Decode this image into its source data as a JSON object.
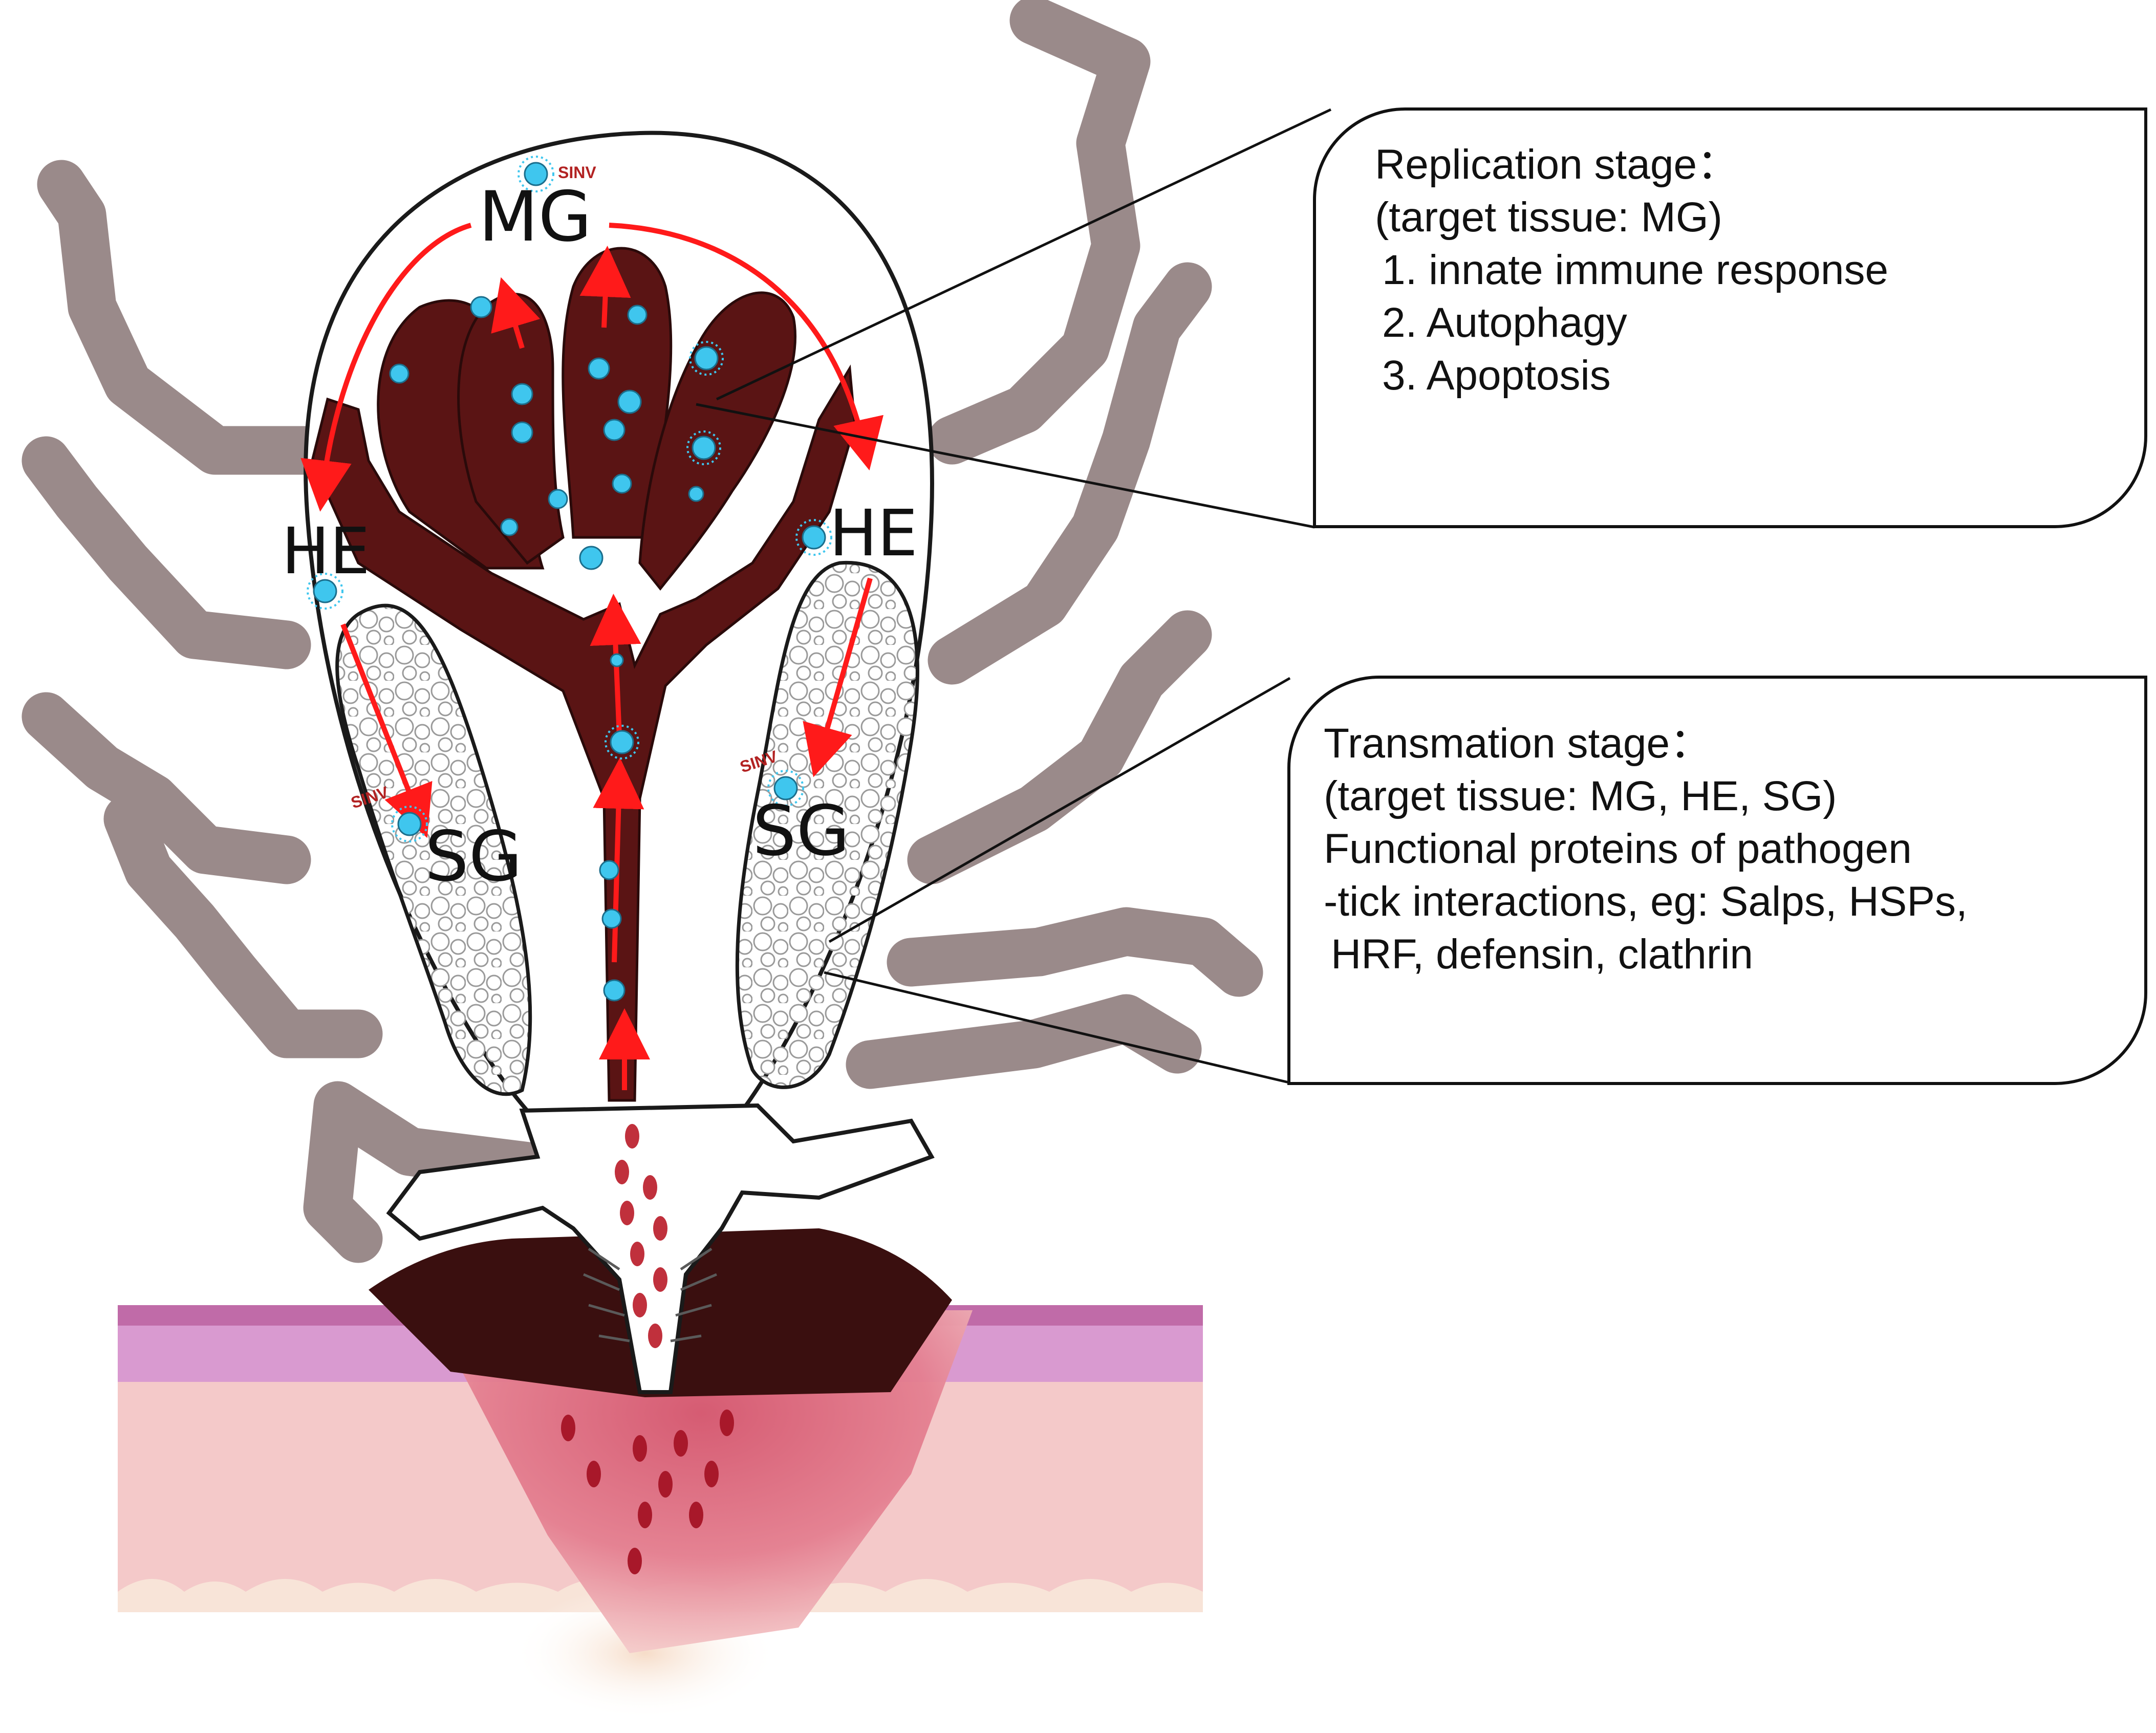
{
  "diagram": {
    "labels": {
      "mg": "MG",
      "he_left": "HE",
      "he_right": "HE",
      "sg_left": "SG",
      "sg_right": "SG",
      "sinv_top": "SINV",
      "sinv_left": "SINV",
      "sinv_right": "SINV"
    },
    "colors": {
      "tick_body_outline": "#1a1a1a",
      "midgut": "#5a1414",
      "legs": "#9a8a8a",
      "arrows": "#ff1a1a",
      "virus": "#3fc6ee",
      "skin_pink": "#f4c9c9",
      "skin_purple": "#d99ad0",
      "bite_wound": "#d96a7e"
    }
  },
  "callouts": {
    "replication": {
      "title": "Replication stage：",
      "target": "(target tissue: MG)",
      "items": [
        "1. innate immune response",
        "2. Autophagy",
        "3. Apoptosis"
      ]
    },
    "transmission": {
      "title": "Transmation stage：",
      "target": "(target tissue: MG, HE, SG)",
      "line1": "Functional proteins of pathogen",
      "line2": "-tick interactions, eg: Salps, HSPs,",
      "line3": "HRF, defensin, clathrin"
    }
  }
}
